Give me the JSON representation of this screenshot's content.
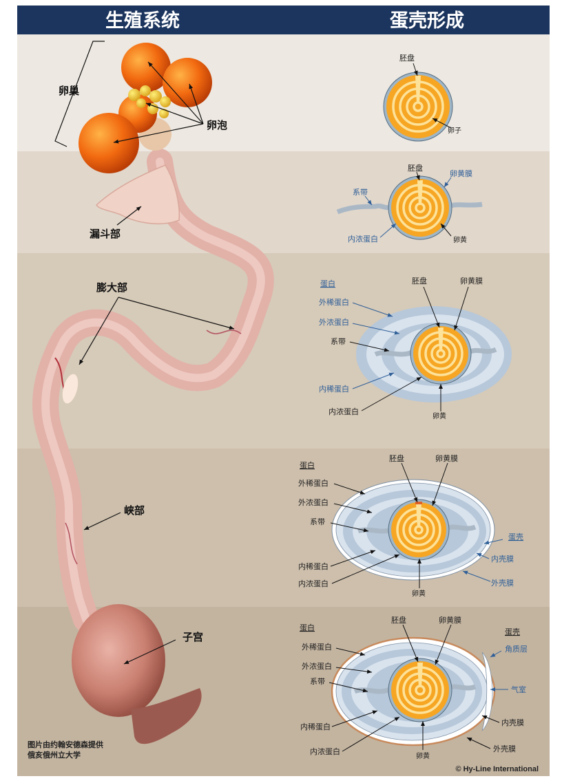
{
  "header": {
    "left_title": "生殖系统",
    "right_title": "蛋壳形成"
  },
  "colors": {
    "header_bg": "#1c355e",
    "band_1": "#ede8e1",
    "band_2": "#e1d7cb",
    "band_3": "#d6cab8",
    "band_4": "#cdbfac",
    "band_5": "#c3b4a0",
    "yolk": "#f6a623",
    "yolk_ring": "#fde29a",
    "albumen_outer": "#cfdbe7",
    "albumen_inner": "#9fb6cd",
    "label_dark": "#222222",
    "label_blue": "#2f5f98"
  },
  "organ_labels": {
    "ovary": "卵巢",
    "follicle": "卵泡",
    "infundibulum": "漏斗部",
    "magnum": "膨大部",
    "isthmus": "峡部",
    "uterus": "子宫"
  },
  "stage1": {
    "germinal_disc": "胚盘",
    "ovum": "卵子"
  },
  "stage2": {
    "germinal_disc": "胚盘",
    "vitelline_membrane": "卵黄膜",
    "chalaza": "系带",
    "inner_thick": "内浓蛋白",
    "yolk": "卵黄"
  },
  "stage3": {
    "albumen": "蛋白",
    "germinal_disc": "胚盘",
    "vitelline_membrane": "卵黄膜",
    "outer_thin": "外稀蛋白",
    "outer_thick": "外浓蛋白",
    "chalaza": "系带",
    "inner_thin": "内稀蛋白",
    "inner_thick": "内浓蛋白",
    "yolk": "卵黄"
  },
  "stage4": {
    "albumen": "蛋白",
    "germinal_disc": "胚盘",
    "vitelline_membrane": "卵黄膜",
    "outer_thin": "外稀蛋白",
    "outer_thick": "外浓蛋白",
    "chalaza": "系带",
    "shell": "蛋壳",
    "inner_shell_membrane": "内壳膜",
    "inner_thin": "内稀蛋白",
    "outer_shell_membrane": "外壳膜",
    "inner_thick": "内浓蛋白",
    "yolk": "卵黄"
  },
  "stage5": {
    "albumen": "蛋白",
    "germinal_disc": "胚盘",
    "vitelline_membrane": "卵黄膜",
    "shell": "蛋壳",
    "outer_thin": "外稀蛋白",
    "cuticle": "角质层",
    "outer_thick": "外浓蛋白",
    "chalaza": "系带",
    "air_cell": "气室",
    "inner_shell_membrane": "内壳膜",
    "inner_thin": "内稀蛋白",
    "outer_shell_membrane": "外壳膜",
    "inner_thick": "内浓蛋白",
    "yolk": "卵黄"
  },
  "credit": {
    "line1": "图片由约翰安德森提供",
    "line2": "俄亥俄州立大学"
  },
  "copyright": "© Hy-Line International"
}
